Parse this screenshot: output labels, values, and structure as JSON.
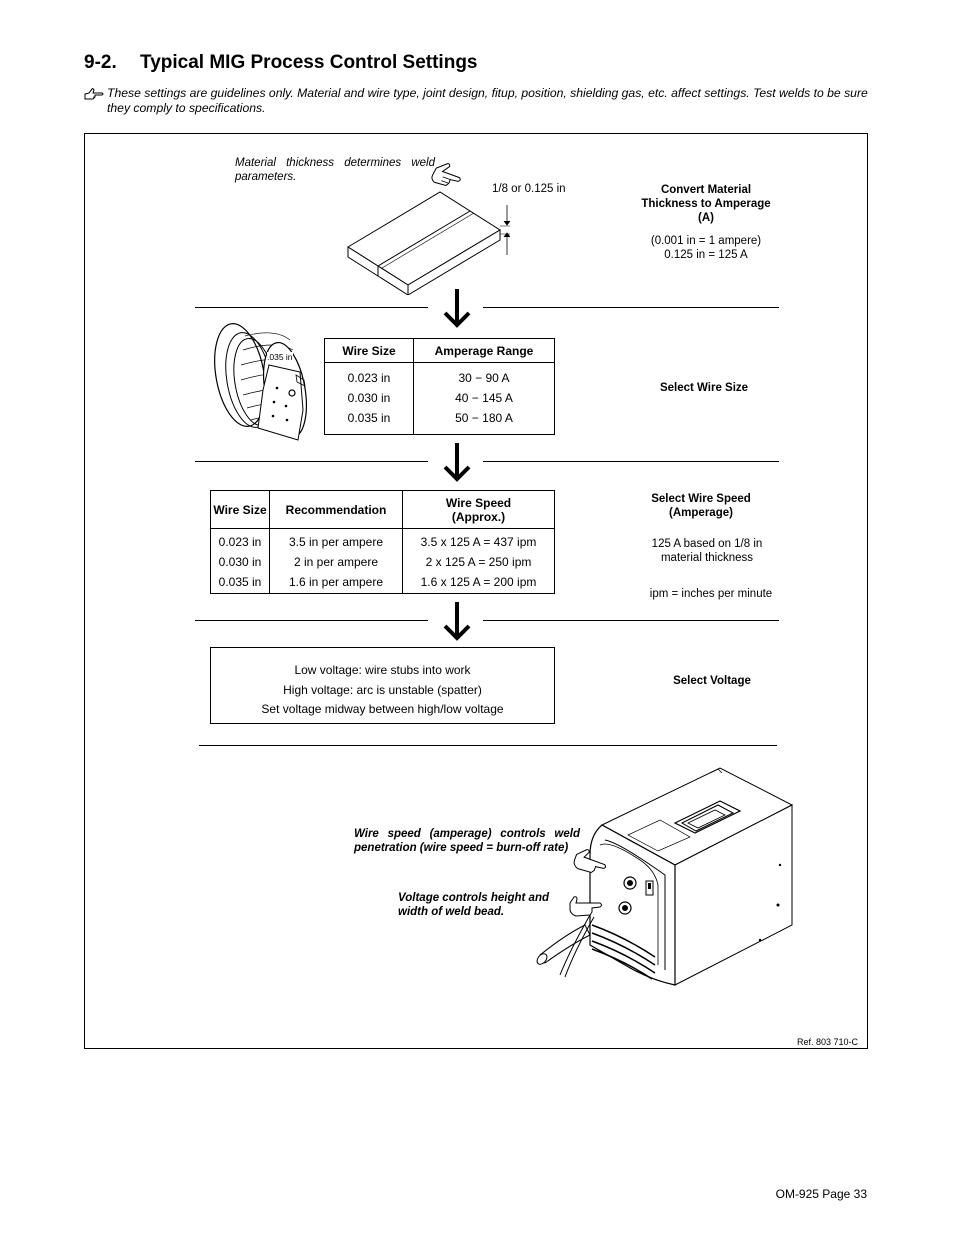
{
  "heading": {
    "number": "9-2.",
    "title": "Typical MIG Process Control Settings"
  },
  "note": {
    "icon": "pointing-hand-icon",
    "text": "These settings are guidelines only. Material and wire type, joint design, fitup, position, shielding gas, etc. affect settings. Test welds to be sure they comply to specifications."
  },
  "step1": {
    "caption": "Material thickness determines weld parameters.",
    "thickness_label": "1/8 or 0.125 in",
    "side_title": "Convert Material Thickness to Amperage (A)",
    "side_line1": "(0.001 in  =  1 ampere)",
    "side_line2": "0.125 in  =  125 A"
  },
  "step2": {
    "spool_label": ".035 in",
    "headers": [
      "Wire Size",
      "Amperage Range"
    ],
    "rows": [
      [
        "0.023 in",
        "30 − 90 A"
      ],
      [
        "0.030 in",
        "40 − 145 A"
      ],
      [
        "0.035 in",
        "50 − 180 A"
      ]
    ],
    "side_title": "Select Wire Size"
  },
  "step3": {
    "headers": [
      "Wire Size",
      "Recommendation",
      "Wire Speed (Approx.)"
    ],
    "rows": [
      [
        "0.023 in",
        "3.5 in per ampere",
        "3.5 x 125 A = 437 ipm"
      ],
      [
        "0.030 in",
        "2 in per ampere",
        "2 x 125 A = 250 ipm"
      ],
      [
        "0.035 in",
        "1.6 in per ampere",
        "1.6 x 125 A = 200 ipm"
      ]
    ],
    "side_title": "Select Wire Speed (Amperage)",
    "side_line1": "125 A based on 1/8 in material thickness",
    "side_line2": "ipm = inches per minute"
  },
  "step4": {
    "lines": [
      "Low voltage: wire stubs into work",
      "High voltage: arc is unstable (spatter)",
      "Set voltage midway between high/low voltage"
    ],
    "side_title": "Select Voltage"
  },
  "step5": {
    "callout_wire": "Wire speed (amperage) controls weld penetration (wire speed = burn-off rate)",
    "callout_voltage": "Voltage controls height and width of weld bead."
  },
  "reference": "Ref. 803 710-C",
  "page_footer": "OM-925 Page 33"
}
